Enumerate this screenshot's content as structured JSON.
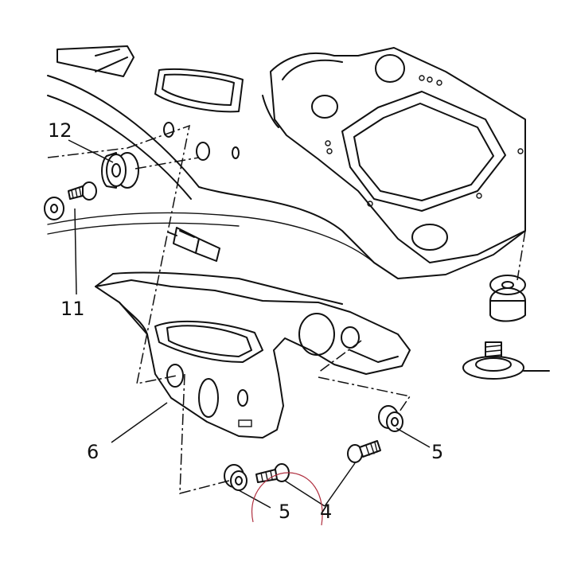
{
  "diagram": {
    "callouts": [
      {
        "id": "c12",
        "text": "12"
      },
      {
        "id": "c11",
        "text": "11"
      },
      {
        "id": "c6",
        "text": "6"
      },
      {
        "id": "c5a",
        "text": "5"
      },
      {
        "id": "c5b",
        "text": "5"
      },
      {
        "id": "c4",
        "text": "4"
      }
    ],
    "colors": {
      "line": "#111111",
      "background": "#ffffff",
      "annotation_circle": "#b03040"
    }
  }
}
